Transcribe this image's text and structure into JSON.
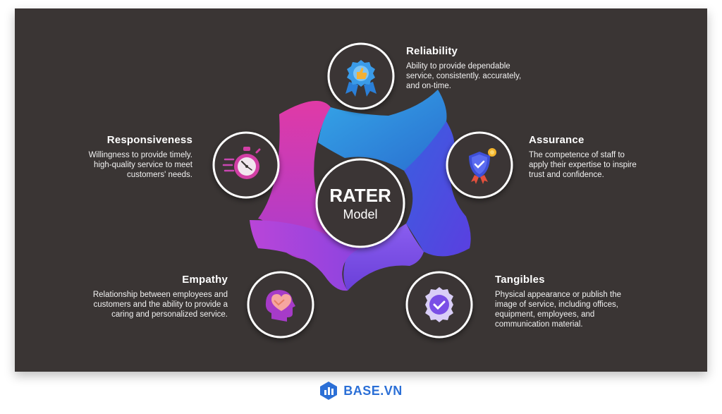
{
  "center": {
    "title": "RATER",
    "subtitle": "Model"
  },
  "items": [
    {
      "key": "reliability",
      "title": "Reliability",
      "desc": [
        "Ability to provide dependable",
        "service, consistently. accurately,",
        "and on-time."
      ],
      "icon": "quality-badge-thumbs-up-icon"
    },
    {
      "key": "assurance",
      "title": "Assurance",
      "desc": [
        "The competence of staff to",
        "apply their expertise to inspire",
        "trust and confidence."
      ],
      "icon": "shield-check-icon"
    },
    {
      "key": "tangibles",
      "title": "Tangibles",
      "desc": [
        "Physical appearance or publish the",
        "image of service, including offices,",
        "equipment, employees, and",
        "communication material."
      ],
      "icon": "verified-seal-icon"
    },
    {
      "key": "empathy",
      "title": "Empathy",
      "desc": [
        "Relationship between employees and",
        "customers and the ability to provide a",
        "caring and personalized service."
      ],
      "icon": "head-handshake-icon"
    },
    {
      "key": "responsiveness",
      "title": "Responsiveness",
      "desc": [
        "Willingness to provide timely.",
        "high-quality service to meet",
        "customers' needs."
      ],
      "icon": "fast-stopwatch-icon"
    }
  ],
  "colors": {
    "background": "#3a3534",
    "blue": "#2f86d6",
    "indigo": "#3b47e0",
    "violet": "#7a4fe6",
    "purple": "#b03fd9",
    "magenta": "#d13ca8"
  },
  "footer": {
    "brand": "BASE.VN"
  }
}
